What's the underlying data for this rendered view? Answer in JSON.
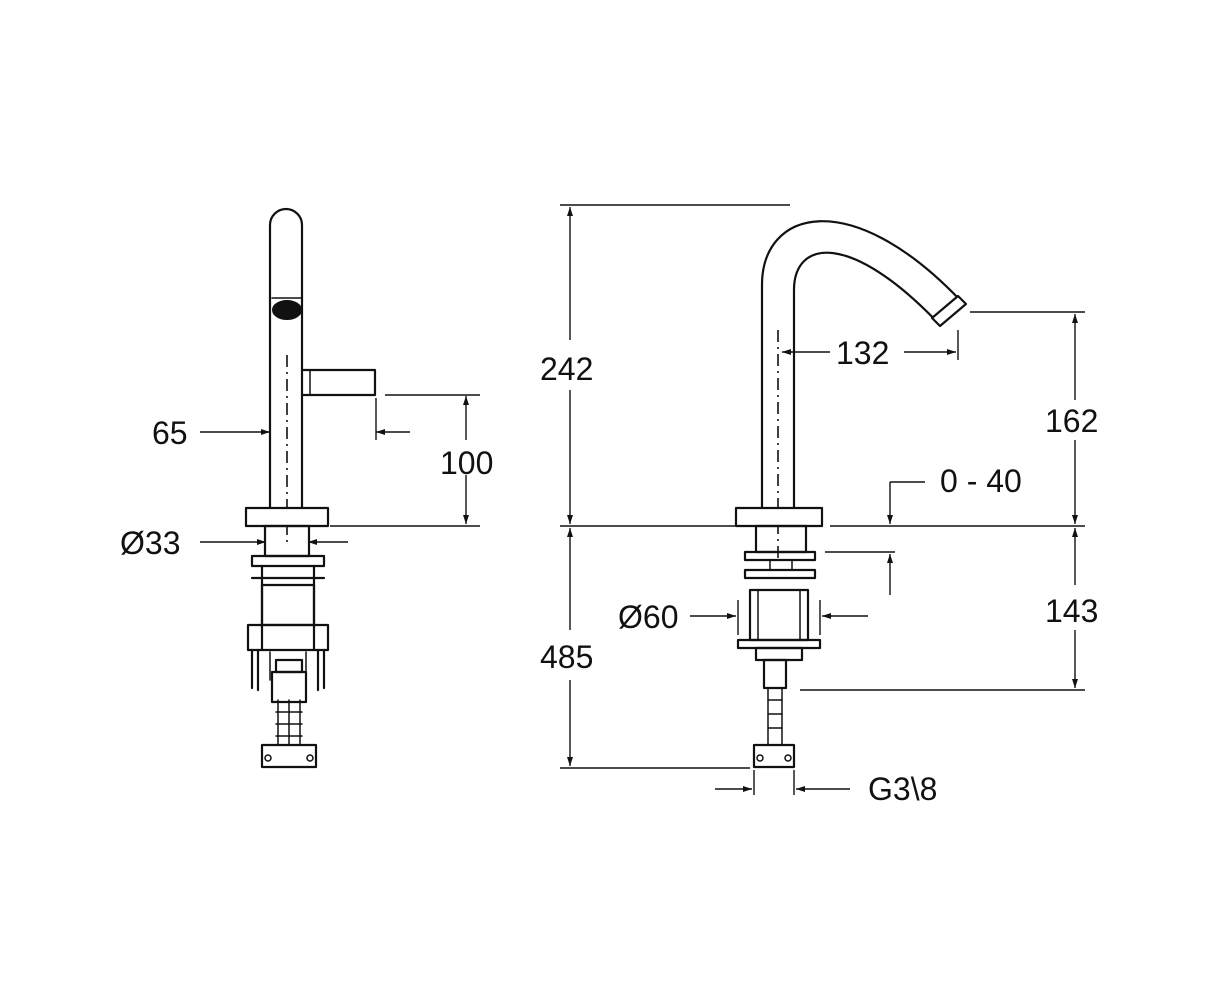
{
  "dimensions": {
    "front": {
      "handle_offset": "65",
      "handle_height": "100",
      "body_diameter": "Ø33"
    },
    "side": {
      "total_height": "242",
      "spout_reach": "132",
      "spout_height": "162",
      "deck_thickness": "0 - 40",
      "base_diameter": "Ø60",
      "lower_length": "485",
      "connector_height": "143",
      "thread": "G3\\8"
    }
  },
  "colors": {
    "line": "#111111",
    "background": "#ffffff"
  }
}
